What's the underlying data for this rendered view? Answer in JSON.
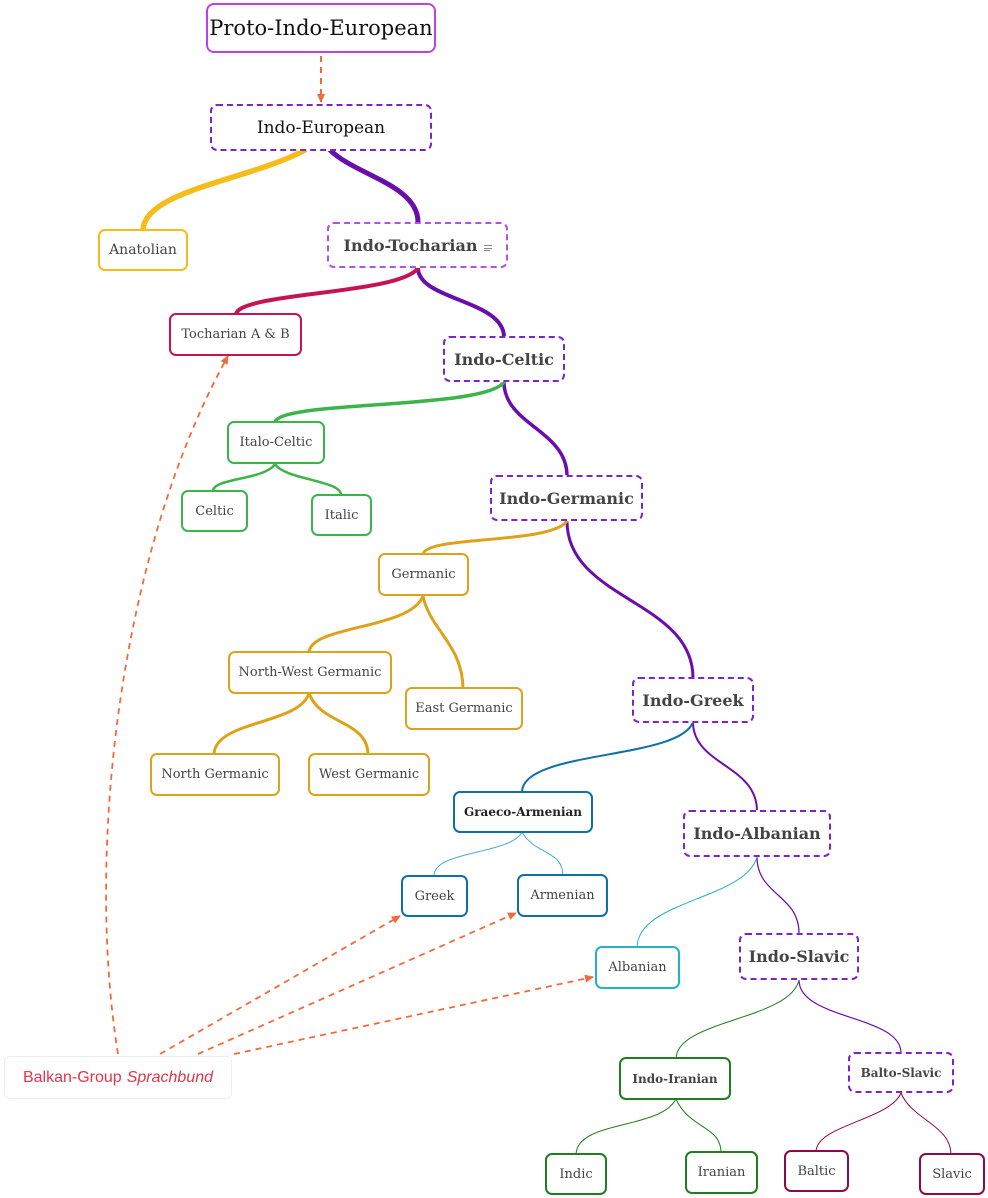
{
  "nodes": {
    "root": "Proto-Indo-European",
    "indo_european": "Indo-European",
    "anatolian": "Anatolian",
    "indo_tocharian": "Indo-Tocharian",
    "tocharian": "Tocharian A & B",
    "indo_celtic": "Indo-Celtic",
    "italo_celtic": "Italo-Celtic",
    "celtic": "Celtic",
    "italic": "Italic",
    "indo_germanic": "Indo-Germanic",
    "germanic": "Germanic",
    "north_west_germanic": "North-West Germanic",
    "east_germanic": "East Germanic",
    "north_germanic": "North Germanic",
    "west_germanic": "West Germanic",
    "indo_greek": "Indo-Greek",
    "graeco_armenian": "Graeco-Armenian",
    "greek": "Greek",
    "armenian": "Armenian",
    "indo_albanian": "Indo-Albanian",
    "albanian": "Albanian",
    "indo_slavic": "Indo-Slavic",
    "indo_iranian": "Indo-Iranian",
    "indic": "Indic",
    "iranian": "Iranian",
    "balto_slavic": "Balto-Slavic",
    "baltic": "Baltic",
    "slavic": "Slavic"
  },
  "callout": {
    "text": "Balkan-Group",
    "emphasis": "Sprachbund"
  },
  "colors": {
    "dashed_border": "#7e22ce",
    "root_border": "#c040e6",
    "main_branch": "#6a0dad",
    "anatolian": "#f5bc1a",
    "tocharian": "#c41552",
    "celtic": "#3bb54a",
    "germanic": "#dea21a",
    "graeco_armenian": "#0e6fa9",
    "greek_armenian_line": "#4aa8d4",
    "albanian": "#22b2cc",
    "indo_iranian": "#1f7f1f",
    "balto_slavic": "#8d0a42",
    "arrow": "#f36a3a",
    "callout_text": "#e0364b"
  },
  "icons": {
    "note": "note-lines-icon"
  }
}
